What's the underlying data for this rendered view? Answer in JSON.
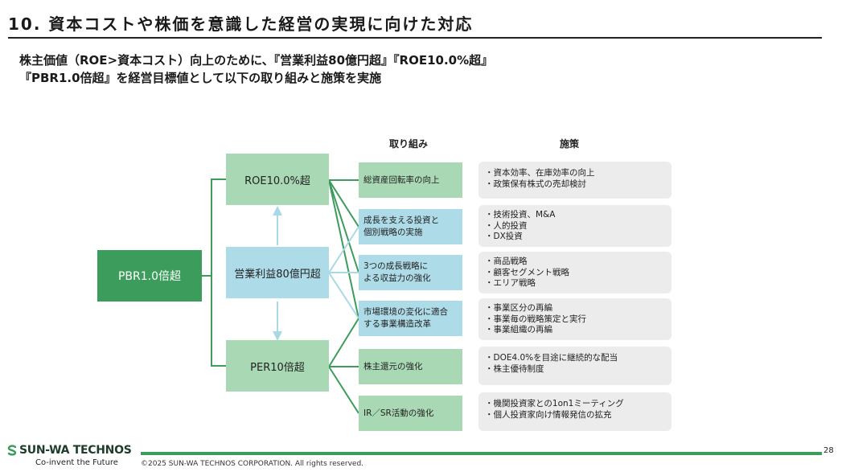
{
  "title": "10. 資本コストや株価を意識した経営の実現に向けた対応",
  "subtitle": {
    "line1": "株主価値（ROE>資本コスト）向上のために、『営業利益80億円超』『ROE10.0%超』",
    "line2": "『PBR1.0倍超』を経営目標値として以下の取り組みと施策を実施"
  },
  "column_headers": {
    "initiatives": "取り組み",
    "measures": "施策"
  },
  "pbr": {
    "label": "PBR1.0倍超"
  },
  "goals": {
    "roe": "ROE10.0%超",
    "profit": "営業利益80億円超",
    "per": "PER10倍超"
  },
  "initiatives": [
    {
      "lines": [
        "総資産回転率の向上"
      ],
      "color": "#a8d8b4"
    },
    {
      "lines": [
        "成長を支える投資と",
        "個別戦略の実施"
      ],
      "color": "#aedbe8"
    },
    {
      "lines": [
        "3つの成長戦略に",
        "よる収益力の強化"
      ],
      "color": "#aedbe8"
    },
    {
      "lines": [
        "市場環境の変化に適合",
        "する事業構造改革"
      ],
      "color": "#aedbe8"
    },
    {
      "lines": [
        "株主還元の強化"
      ],
      "color": "#a8d8b4"
    },
    {
      "lines": [
        "IR／SR活動の強化"
      ],
      "color": "#a8d8b4"
    }
  ],
  "measures": [
    [
      "・資本効率、在庫効率の向上",
      "・政策保有株式の売却検討"
    ],
    [
      "・技術投資、M&A",
      "・人的投資",
      "・DX投資"
    ],
    [
      "・商品戦略",
      "・顧客セグメント戦略",
      "・エリア戦略"
    ],
    [
      "・事業区分の再編",
      "・事業毎の戦略策定と実行",
      "・事業組織の再編"
    ],
    [
      "・DOE4.0%を目途に継続的な配当",
      "・株主優待制度"
    ],
    [
      "・機関投資家との1on1ミーティング",
      "・個人投資家向け情報発信の拡充"
    ]
  ],
  "footer": {
    "logo": "SUN-WA TECHNOS",
    "tagline": "Co-invent the Future",
    "copyright": "©2025 SUN-WA TECHNOS CORPORATION. All rights reserved.",
    "page": "28"
  },
  "colors": {
    "dark_green": "#3c9c5b",
    "light_green": "#a8d8b4",
    "light_blue": "#aedbe8",
    "measure_bg": "#ececec",
    "arrow_blue": "#a9d9e6"
  }
}
